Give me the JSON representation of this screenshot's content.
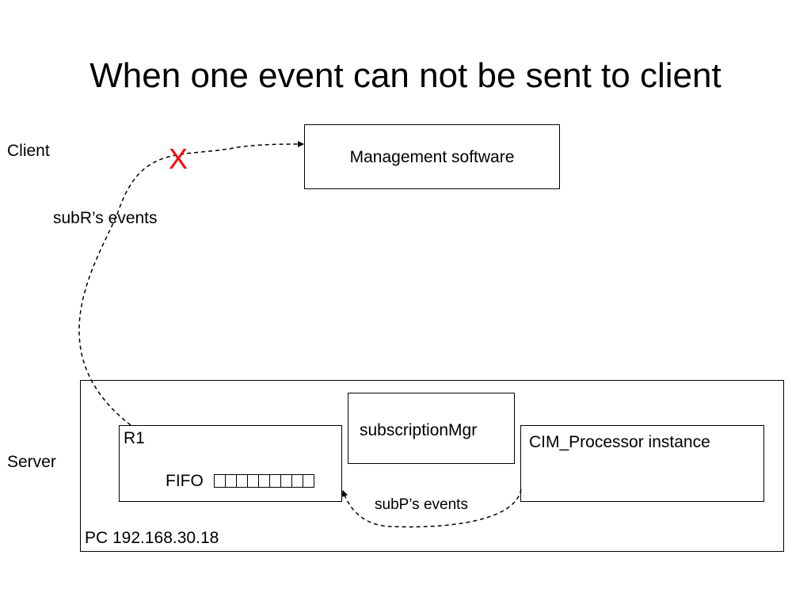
{
  "title": "When one event can not be sent to client",
  "labels": {
    "client": "Client",
    "server": "Server",
    "subr_events": "subR’s events",
    "subp_events": "subP’s events"
  },
  "boxes": {
    "management": "Management software",
    "subscription_mgr": "subscriptionMgr",
    "r1": "R1",
    "fifo": "FIFO",
    "cim_processor": "CIM_Processor instance",
    "pc": "PC 192.168.30.18"
  },
  "fifo_cells": 9,
  "failure_mark": "X",
  "colors": {
    "failure_mark": "#ff0000",
    "line": "#000000"
  }
}
